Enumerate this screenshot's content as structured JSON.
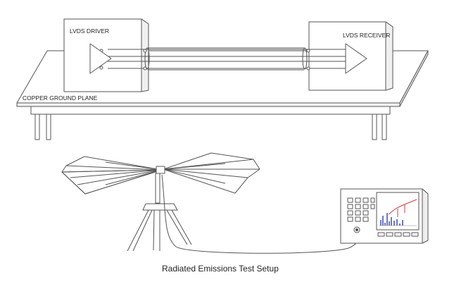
{
  "diagram": {
    "labels": {
      "driver": "LVDS DRIVER",
      "receiver": "LVDS RECEIVER",
      "ground_plane": "COPPER GROUND PLANE"
    },
    "caption": "Radiated Emissions Test Setup"
  },
  "colors": {
    "line": "#555555",
    "screen_red": "#d23c3c",
    "screen_blue": "#2a3fb5"
  },
  "icons": [
    "driver-amplifier-icon",
    "receiver-amplifier-icon",
    "biconical-antenna-icon",
    "spectrum-analyzer-icon"
  ]
}
